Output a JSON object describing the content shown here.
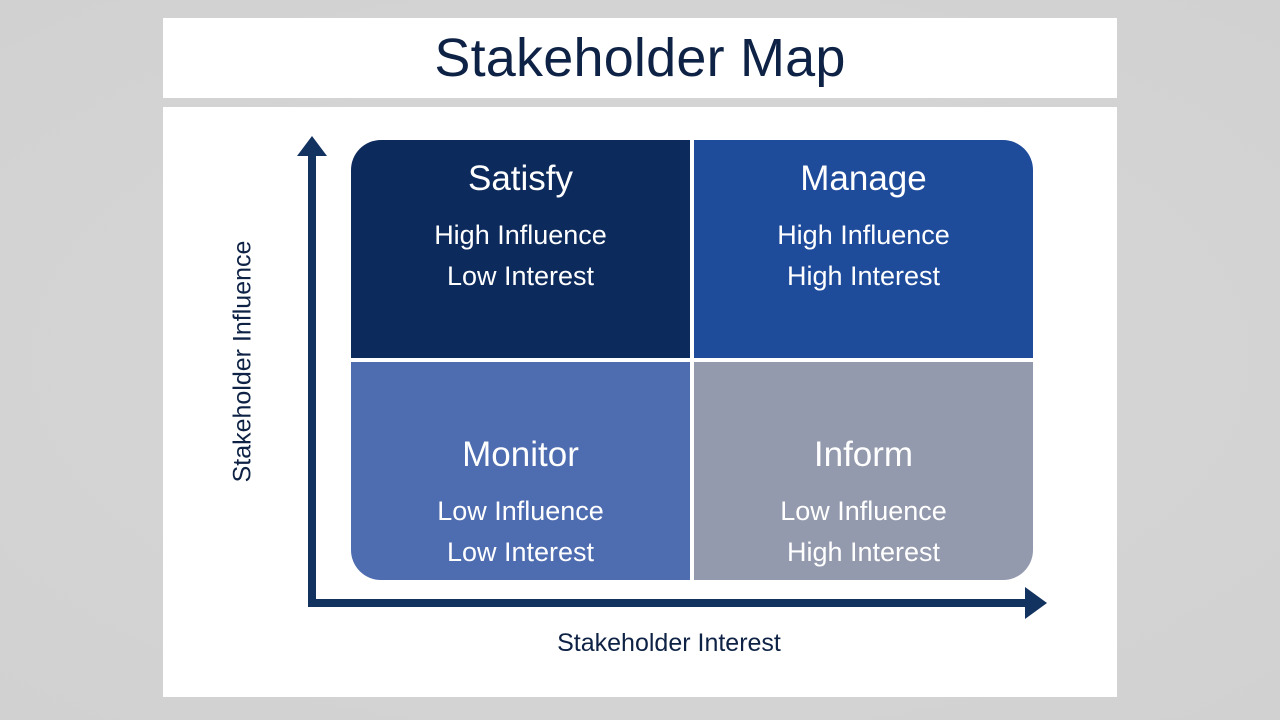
{
  "slide": {
    "background_color": "#d2d2d2",
    "panel_color": "#ffffff"
  },
  "header": {
    "title": "Stakeholder Map",
    "title_color": "#0e2245"
  },
  "axes": {
    "color": "#123260",
    "y_label": "Stakeholder Influence",
    "x_label": "Stakeholder Interest",
    "y_arrow_icon": "arrow-up-icon",
    "x_arrow_icon": "arrow-right-icon"
  },
  "chart_data": {
    "type": "table",
    "title": "Stakeholder Map",
    "xlabel": "Stakeholder Interest",
    "ylabel": "Stakeholder Influence",
    "grid": false,
    "legend": "none",
    "quadrants": [
      {
        "id": "satisfy",
        "label": "Satisfy",
        "influence": "High Influence",
        "interest": "Low Interest",
        "position": "top-left",
        "color": "#0d2a5c"
      },
      {
        "id": "manage",
        "label": "Manage",
        "influence": "High Influence",
        "interest": "High Interest",
        "position": "top-right",
        "color": "#1f4b9b"
      },
      {
        "id": "monitor",
        "label": "Monitor",
        "influence": "Low Influence",
        "interest": "Low Interest",
        "position": "bottom-left",
        "color": "#4e6cb0"
      },
      {
        "id": "inform",
        "label": "Inform",
        "influence": "Low Influence",
        "interest": "High Interest",
        "position": "bottom-right",
        "color": "#949aad"
      }
    ]
  }
}
